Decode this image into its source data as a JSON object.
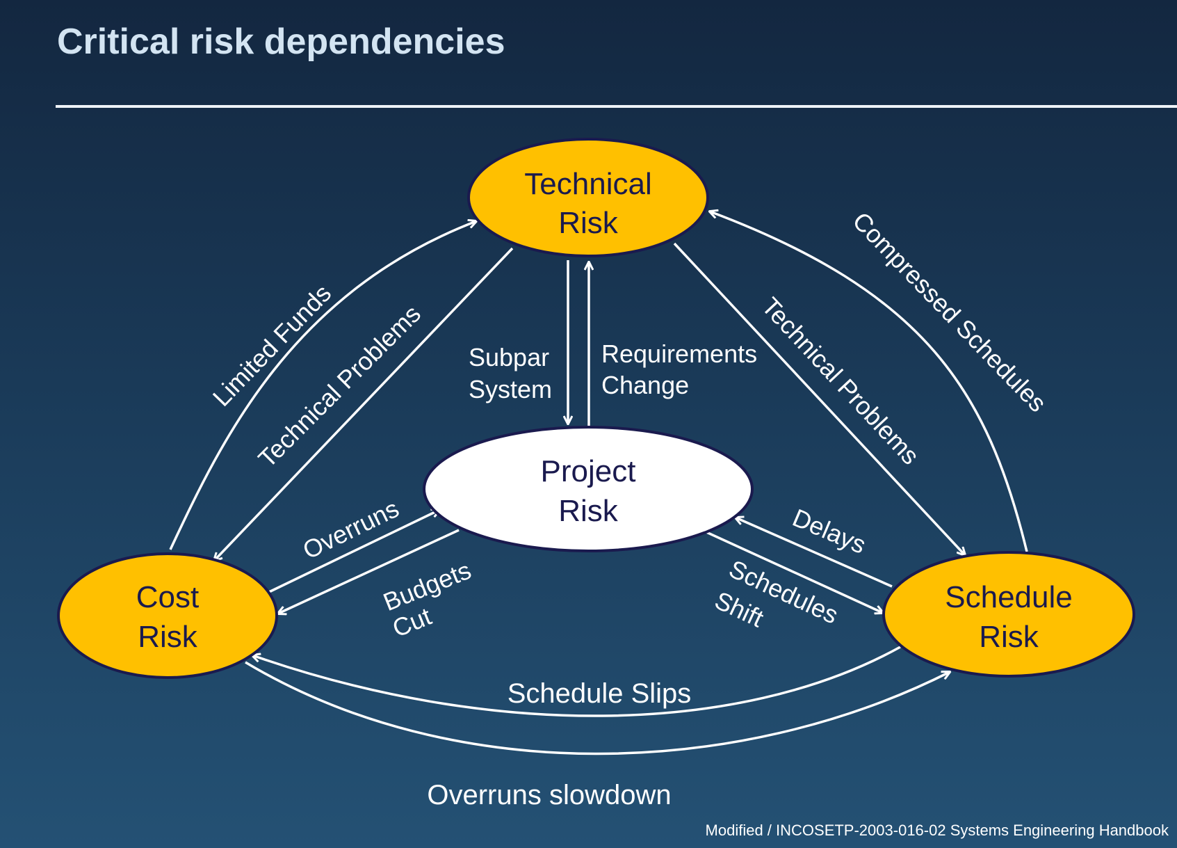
{
  "title": "Critical risk dependencies",
  "footer": "Modified / INCOSETP-2003-016-02 Systems Engineering Handbook",
  "colors": {
    "risk_node_fill": "#ffc000",
    "center_node_fill": "#ffffff",
    "node_text": "#1a1a4e",
    "arrow": "#ffffff"
  },
  "nodes": {
    "technical": {
      "line1": "Technical",
      "line2": "Risk"
    },
    "project": {
      "line1": "Project",
      "line2": "Risk"
    },
    "cost": {
      "line1": "Cost",
      "line2": "Risk"
    },
    "schedule": {
      "line1": "Schedule",
      "line2": "Risk"
    }
  },
  "edges": {
    "limited_funds": "Limited Funds",
    "technical_problems_left": "Technical Problems",
    "subpar_system": {
      "line1": "Subpar",
      "line2": "System"
    },
    "requirements_change": {
      "line1": "Requirements",
      "line2": "Change"
    },
    "technical_problems_right": "Technical Problems",
    "compressed_schedules": "Compressed Schedules",
    "overruns": "Overruns",
    "budgets_cut": {
      "line1": "Budgets",
      "line2": "Cut"
    },
    "delays": "Delays",
    "schedules_shift": {
      "line1": "Schedules",
      "line2": "Shift"
    },
    "schedule_slips": "Schedule Slips",
    "overruns_slowdown": "Overruns slowdown"
  }
}
